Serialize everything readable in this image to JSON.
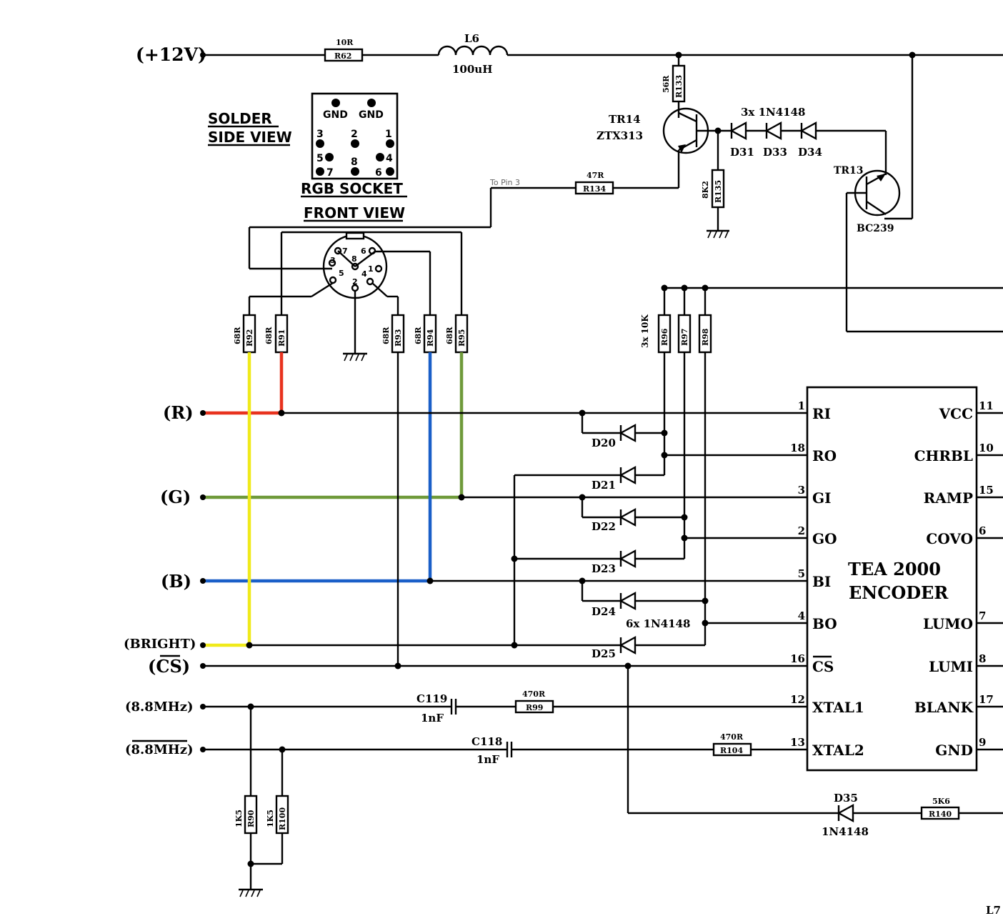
{
  "signals": {
    "vcc": "(+12V)",
    "r": "(R)",
    "g": "(G)",
    "b": "(B)",
    "bright": "(BRIGHT)",
    "cs": "(CS)",
    "clk": "(8.8MHz)",
    "clk_n": "(8.8MHz)"
  },
  "socket_view": {
    "title_line1": "SOLDER",
    "title_line2": "SIDE VIEW",
    "gnd_a": "GND",
    "gnd_b": "GND",
    "pins": [
      "1",
      "2",
      "3",
      "4",
      "5",
      "6",
      "7",
      "8"
    ],
    "socket_label": "RGB SOCKET",
    "front_label": "FRONT VIEW"
  },
  "components": {
    "r62": {
      "value": "10R",
      "ref": "R62"
    },
    "l6": {
      "ref": "L6",
      "value": "100uH"
    },
    "r133": {
      "value": "56R",
      "ref": "R133"
    },
    "tr14": {
      "ref": "TR14",
      "part": "ZTX313"
    },
    "diodes_top_label": "3x 1N4148",
    "d31": "D31",
    "d33": "D33",
    "d34": "D34",
    "tr13": {
      "ref": "TR13",
      "part": "BC239"
    },
    "r134": {
      "value": "47R",
      "ref": "R134"
    },
    "r135": {
      "value": "8K2",
      "ref": "R135"
    },
    "handnote": "To Pin 3",
    "r92": {
      "value": "68R",
      "ref": "R92"
    },
    "r91": {
      "value": "68R",
      "ref": "R91"
    },
    "r93": {
      "value": "68R",
      "ref": "R93"
    },
    "r94": {
      "value": "68R",
      "ref": "R94"
    },
    "r95": {
      "value": "68R",
      "ref": "R95"
    },
    "r_pullups_label": "3x 10K",
    "r96": "R96",
    "r97": "R97",
    "r98": "R98",
    "d20": "D20",
    "d21": "D21",
    "d22": "D22",
    "d23": "D23",
    "d24": "D24",
    "d25": "D25",
    "diodes_mid_label": "6x 1N4148",
    "c119": {
      "ref": "C119",
      "value": "1nF"
    },
    "r99": {
      "value": "470R",
      "ref": "R99"
    },
    "c118": {
      "ref": "C118",
      "value": "1nF"
    },
    "r104": {
      "value": "470R",
      "ref": "R104"
    },
    "r90": {
      "value": "1K5",
      "ref": "R90"
    },
    "r100": {
      "value": "1K5",
      "ref": "R100"
    },
    "d35": {
      "ref": "D35",
      "part": "1N4148"
    },
    "r140": {
      "value": "5K6",
      "ref": "R140"
    },
    "l7": "L7"
  },
  "ic": {
    "title": "TEA 2000",
    "subtitle": "ENCODER",
    "left_pins": [
      {
        "num": "1",
        "name": "RI"
      },
      {
        "num": "18",
        "name": "RO"
      },
      {
        "num": "3",
        "name": "GI"
      },
      {
        "num": "2",
        "name": "GO"
      },
      {
        "num": "5",
        "name": "BI"
      },
      {
        "num": "4",
        "name": "BO"
      },
      {
        "num": "16",
        "name": "CS"
      },
      {
        "num": "12",
        "name": "XTAL1"
      },
      {
        "num": "13",
        "name": "XTAL2"
      }
    ],
    "right_pins": [
      {
        "num": "11",
        "name": "VCC"
      },
      {
        "num": "10",
        "name": "CHRBL"
      },
      {
        "num": "15",
        "name": "RAMP"
      },
      {
        "num": "6",
        "name": "COVO"
      },
      {
        "num": "7",
        "name": "LUMO"
      },
      {
        "num": "8",
        "name": "LUMI"
      },
      {
        "num": "17",
        "name": "BLANK"
      },
      {
        "num": "9",
        "name": "GND"
      }
    ]
  },
  "wire_colors": {
    "red": "#e8321e",
    "yellow": "#f0ea1a",
    "green": "#6f9a3a",
    "blue": "#1a5fc8"
  }
}
